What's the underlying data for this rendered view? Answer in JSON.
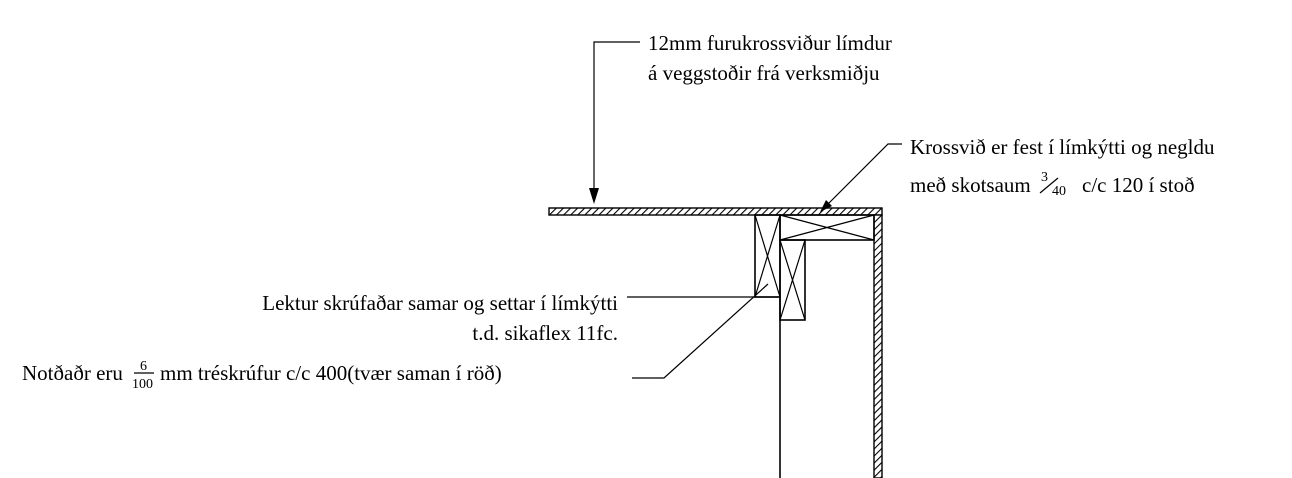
{
  "labels": {
    "plywood_line1": "12mm furukrossviður límdur",
    "plywood_line2": "á veggstoðir frá verksmiðju",
    "fastening_line1": "Krossvið er fest í límkýtti og negldu",
    "fastening_line2_pre": "með skotsaum",
    "fastening_frac_num": "3",
    "fastening_frac_den": "40",
    "fastening_line2_post": "c/c 120 í stoð",
    "lath_line1": "Lektur skrúfaðar samar og settar í límkýtti",
    "lath_line2": "t.d. sikaflex 11fc.",
    "screws_pre": "Notðaðr eru",
    "screws_frac_num": "6",
    "screws_frac_den": "100",
    "screws_post": "mm tréskrúfur c/c 400(tvær saman í röð)"
  }
}
